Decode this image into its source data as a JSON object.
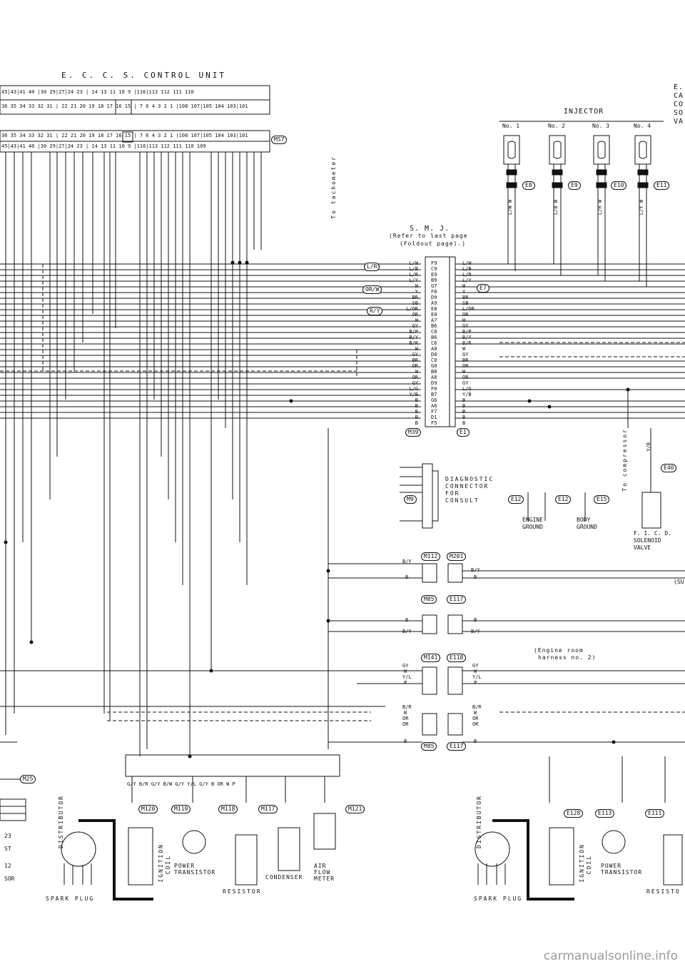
{
  "ecu": {
    "title": "E. C. C. S. CONTROL UNIT",
    "connector_id": "M57",
    "top_row1": "45|43|41 40 |30 29|27|24 23 | 14 13 11 10 9 |116|113 112 111 110",
    "top_row2": "36 35 34 33 32 31 | 22 21 20 19 18 17 16 15 | 7 6 4 3 2 1 |108 107|105 104 103|101",
    "bottom_row1": "36 35 34 33 32 31 | 22 21 20 19 18 17 16 15 | 7 6 4 3 2 1 |108 107|105 104 103|101",
    "bottom_row2": "45|43|41 40 |30 29|27|24 23 | 14 13 11 10 9 |116|113 112 111 110 109"
  },
  "right_edge_text": [
    "E.",
    "CA",
    "CO",
    "SO",
    "VA"
  ],
  "injector": {
    "title": "INJECTOR",
    "units": [
      {
        "label": "No. 1",
        "connector": "E8",
        "wires": "L/W W"
      },
      {
        "label": "No. 2",
        "connector": "E9",
        "wires": "L/B W"
      },
      {
        "label": "No. 3",
        "connector": "E10",
        "wires": "L/R W"
      },
      {
        "label": "No. 4",
        "connector": "E11",
        "wires": "L/Y W"
      }
    ]
  },
  "tachometer": "To tachometer",
  "smj": {
    "title": "S. M. J.",
    "note1": "(Refer to last page",
    "note2": "(Foldout page).)",
    "left_connector": "M39",
    "right_connector": "E1",
    "rows": [
      {
        "l": "L/W",
        "pin": "F9",
        "r": "L/W"
      },
      {
        "l": "L/B",
        "pin": "C9",
        "r": "L/B"
      },
      {
        "l": "L/R",
        "pin": "E9",
        "r": "L/R"
      },
      {
        "l": "L/Y",
        "pin": "B9",
        "r": "L/Y"
      },
      {
        "l": "W",
        "pin": "G7",
        "r": "W"
      },
      {
        "l": "Y",
        "pin": "F8",
        "r": "Y"
      },
      {
        "l": "BR",
        "pin": "D9",
        "r": "BR"
      },
      {
        "l": "SB",
        "pin": "A9",
        "r": "SB"
      },
      {
        "l": "L/OR",
        "pin": "E8",
        "r": "L/OR"
      },
      {
        "l": "OR",
        "pin": "E0",
        "r": "OR"
      },
      {
        "l": "W",
        "pin": "A7",
        "r": "W"
      },
      {
        "l": "GY",
        "pin": "B6",
        "r": "GY"
      },
      {
        "l": "B/P",
        "pin": "C8",
        "r": "B/P"
      },
      {
        "l": "B/Y",
        "pin": "B6",
        "r": "B/Y"
      },
      {
        "l": "B/R",
        "pin": "C6",
        "r": "B/R"
      },
      {
        "l": "W",
        "pin": "A0",
        "r": "W"
      },
      {
        "l": "GY",
        "pin": "D0",
        "r": "GY"
      },
      {
        "l": "BR",
        "pin": "C0",
        "r": "BR"
      },
      {
        "l": "OR",
        "pin": "G0",
        "r": "OR"
      },
      {
        "l": "W",
        "pin": "B8",
        "r": "W"
      },
      {
        "l": "OR",
        "pin": "A8",
        "r": "OR"
      },
      {
        "l": "GY",
        "pin": "D9",
        "r": "GY"
      },
      {
        "l": "L/G",
        "pin": "F0",
        "r": "L/G"
      },
      {
        "l": "Y/B",
        "pin": "B7",
        "r": "Y/B"
      },
      {
        "l": "B",
        "pin": "G6",
        "r": "B"
      },
      {
        "l": "B",
        "pin": "A6",
        "r": "B"
      },
      {
        "l": "B",
        "pin": "F7",
        "r": "B"
      },
      {
        "l": "B",
        "pin": "D1",
        "r": "B"
      },
      {
        "l": "B",
        "pin": "F5",
        "r": "B"
      }
    ]
  },
  "labels": {
    "lr_badge": "L/R",
    "orw_badge": "OR/W",
    "ry_badge": "R/Y",
    "e7": "E7",
    "e12a": "E12",
    "e12b": "E12",
    "e15": "E15",
    "e40": "E40",
    "to_compressor": "To compressor",
    "compressor_wire": "Y/B",
    "diag1": "DIAGNOSTIC",
    "diag2": "CONNECTOR",
    "diag3": "FOR",
    "diag4": "CONSULT",
    "m9": "M9",
    "engine_ground1": "ENGINE",
    "engine_ground2": "GROUND",
    "body_ground1": "BODY",
    "body_ground2": "GROUND",
    "ficd1": "F. I. C. D.",
    "ficd2": "SOLENOID",
    "ficd3": "VALVE",
    "m112": "M112",
    "m201": "M201",
    "m85a": "M85",
    "e117a": "E117",
    "m141": "M141",
    "e118": "E118",
    "m85b": "M85",
    "e117b": "E117",
    "engine_room1": "(Engine room",
    "engine_room2": "harness no. 2)",
    "su_note": "(SU",
    "m25": "M25",
    "distributor": "DISTRIBUTOR",
    "spark_plug": "SPARK PLUG",
    "ignition_coil1": "IGNITION",
    "ignition_coil2": "COIL",
    "power_tr1": "POWER",
    "power_tr2": "TRANSISTOR",
    "resistor": "RESISTOR",
    "condenser": "CONDENSER",
    "afm1": "AIR",
    "afm2": "FLOW",
    "afm3": "METER",
    "m120": "M120",
    "m119": "M119",
    "m118": "M118",
    "m117": "M117",
    "m121": "M121",
    "e128": "E128",
    "e113": "E113",
    "e111": "E111",
    "distributor_r": "DISTRIBUTOR",
    "spark_plug_r": "SPARK PLUG",
    "ignition_coil1_r": "IGNITION",
    "ignition_coil2_r": "COIL",
    "power_tr1_r": "POWER",
    "power_tr2_r": "TRANSISTOR",
    "resistor_r": "RESISTO",
    "left_23": "23",
    "left_st": "ST",
    "left_12": "12",
    "left_sor": "SOR",
    "gy": "GY",
    "w": "W",
    "yl": "Y/L",
    "p": "P",
    "br": "B/R",
    "or": "OR",
    "b": "B",
    "by": "B/Y",
    "ecu_bottom_wires": "G/Y B/R   G/Y B/W   G/Y Y/L   G/Y B   OR W P"
  },
  "watermark": "carmanualsonline.info"
}
